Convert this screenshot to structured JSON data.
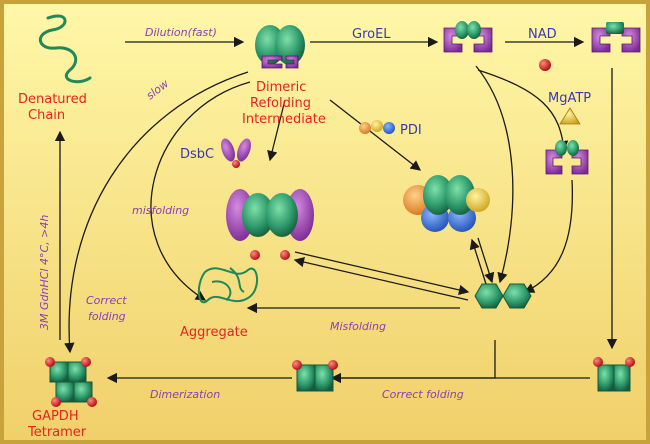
{
  "colors": {
    "background_top": "#fff59a",
    "background_bottom": "#f2d470",
    "frame": "#c8a23a",
    "protein_green": "#2e9a6c",
    "chaperone_purple": "#b04fc0",
    "label_red": "#e8231f",
    "label_blue": "#3a3ab0",
    "label_purple": "#8b3fb3",
    "cofactor_red": "#e0161a",
    "atp_yellow": "#f2c81c"
  },
  "nodes": {
    "denatured": {
      "label_line1": "Denatured",
      "label_line2": "Chain"
    },
    "dimeric": {
      "label_line1": "Dimeric",
      "label_line2": "Refolding",
      "label_line3": "Intermediate"
    },
    "aggregate": {
      "label": "Aggregate"
    },
    "gapdh": {
      "label_line1": "GAPDH",
      "label_line2": "Tetramer"
    },
    "dsbc": {
      "label": "DsbC"
    },
    "pdi": {
      "label": "PDI"
    },
    "mgatp": {
      "label": "MgATP"
    }
  },
  "edges": {
    "dilution": "Dilution(fast)",
    "groel": "GroEL",
    "nad": "NAD",
    "slow": "slow",
    "misfolding_left": "misfolding",
    "misfolding_bottom": "Misfolding",
    "correct_folding_left_line1": "Correct",
    "correct_folding_left_line2": "folding",
    "correct_folding_bottom": "Correct folding",
    "dimerization": "Dimerization",
    "denaturation": "3M GdnHCl 4°C, >4h"
  }
}
